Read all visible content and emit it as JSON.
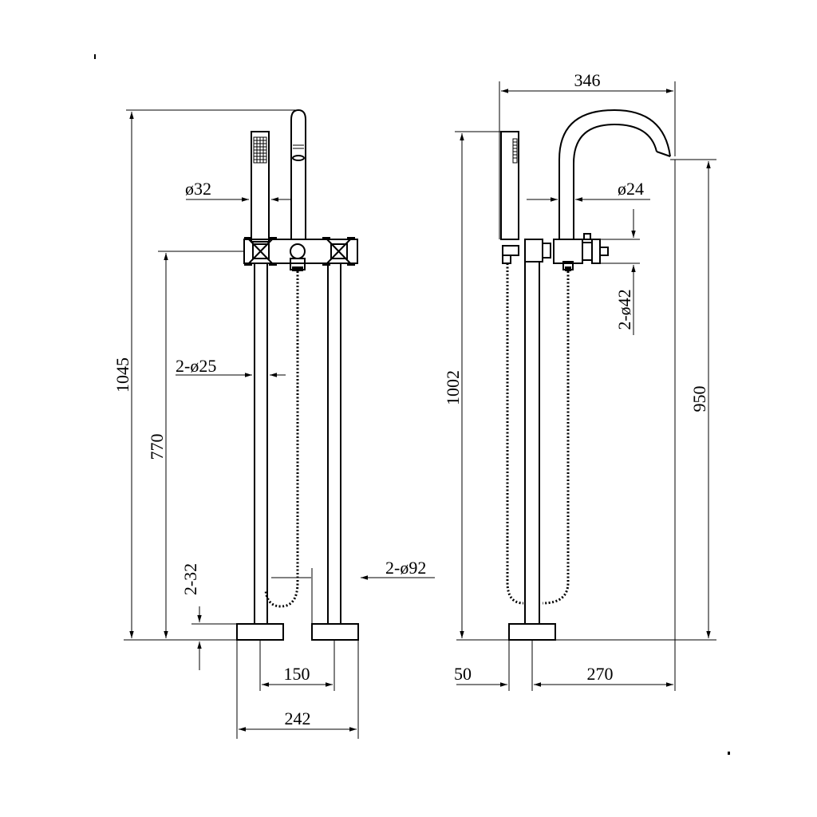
{
  "front_view": {
    "dim_height_total": "1045",
    "dim_height_valve": "770",
    "dim_shower_dia": "ø32",
    "dim_leg_dia": "2-ø25",
    "dim_base_height": "2-32",
    "dim_base_dia": "2-ø92",
    "dim_leg_spacing": "150",
    "dim_base_width": "242"
  },
  "side_view": {
    "dim_spout_reach": "346",
    "dim_spout_dia": "ø24",
    "dim_valve_dia": "2-ø42",
    "dim_height_total": "1002",
    "dim_spout_height": "950",
    "dim_base_offset": "50",
    "dim_spout_offset": "270"
  }
}
